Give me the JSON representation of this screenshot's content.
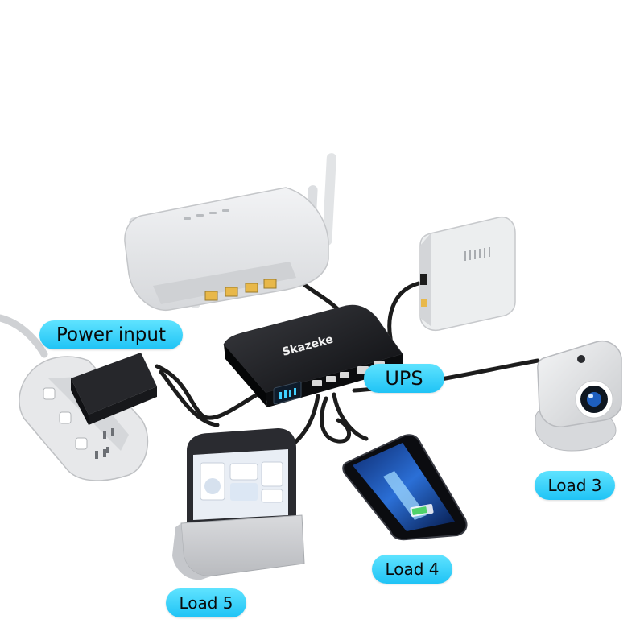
{
  "brand": "Skazeke",
  "labels": {
    "power_input": "Power input",
    "ups": "UPS",
    "load3": "Load 3",
    "load4": "Load 4",
    "load5": "Load 5"
  },
  "colors": {
    "label_pill": "#2fd0fa",
    "ups_body": "#141518",
    "device_white": "#e6e7e9",
    "cable": "#1c1c1c",
    "ethernet_port": "#e8b84a"
  }
}
